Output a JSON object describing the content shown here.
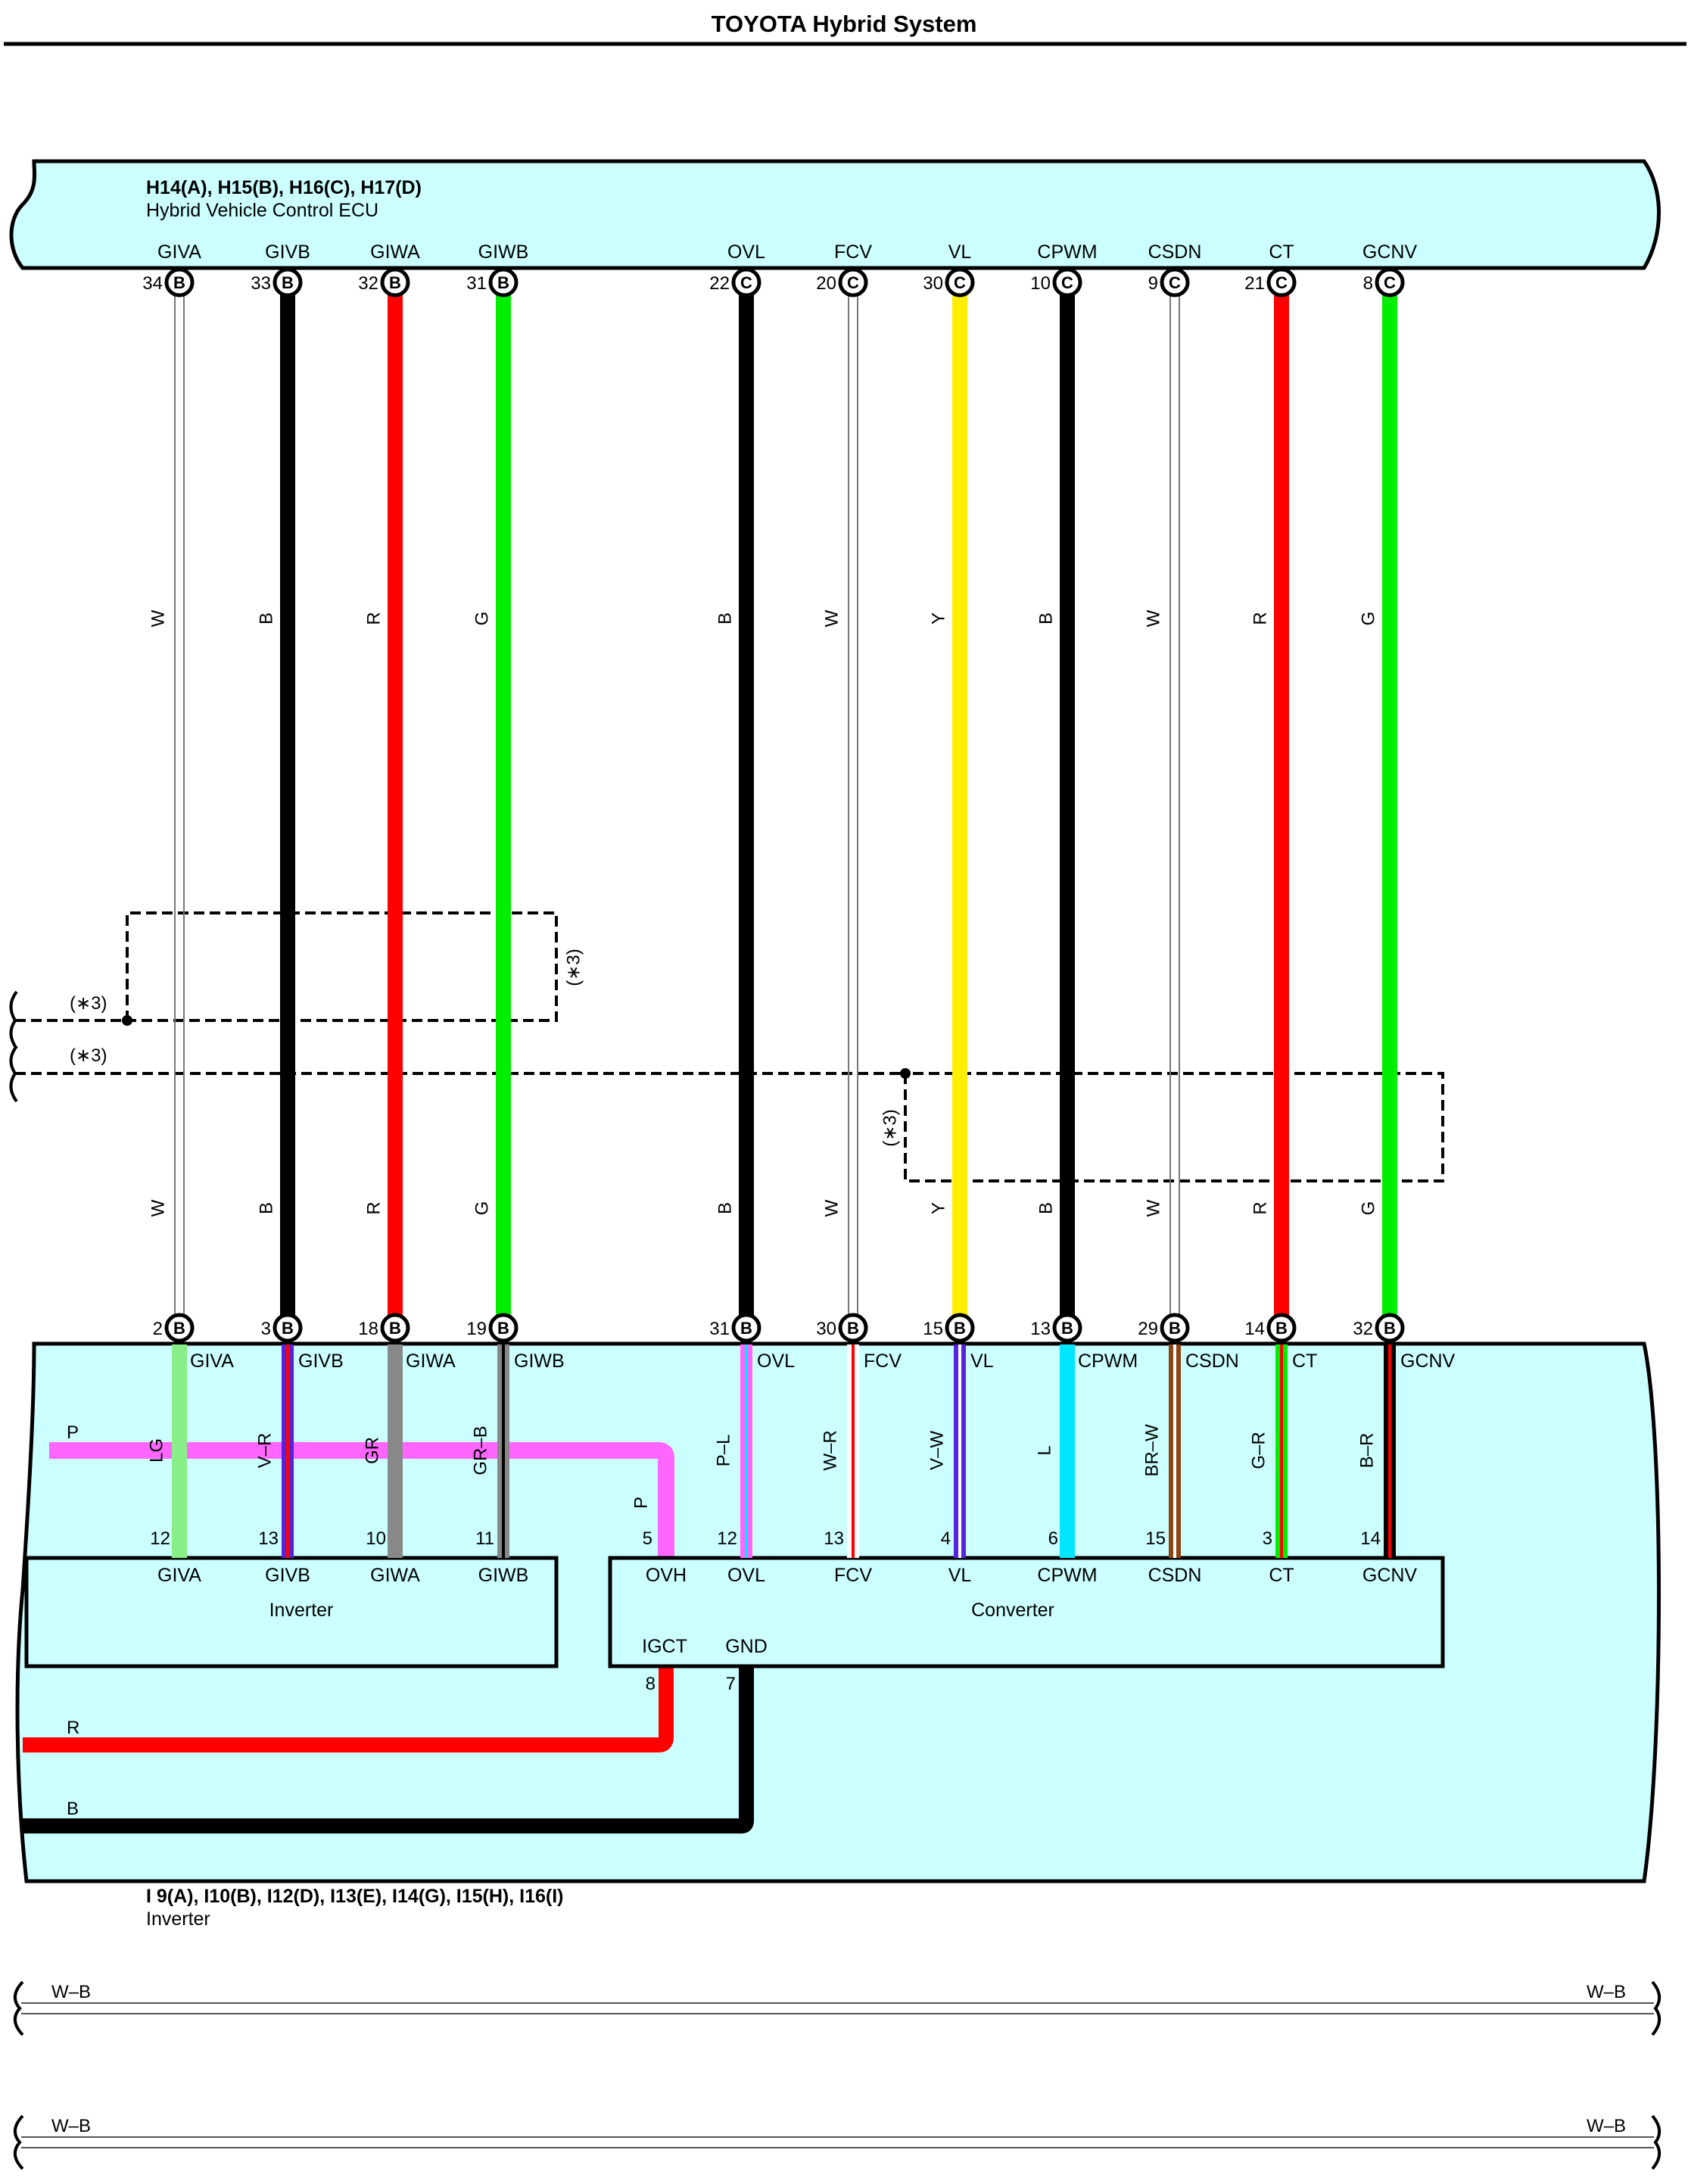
{
  "title": "TOYOTA Hybrid System",
  "ecu": {
    "connectors": "H14(A), H15(B), H16(C), H17(D)",
    "name": "Hybrid Vehicle Control ECU"
  },
  "inverter_assembly": {
    "connectors": "I 9(A), I10(B), I12(D), I13(E), I14(G), I15(H), I16(I)",
    "name": "Inverter"
  },
  "inverter_block": {
    "name": "Inverter"
  },
  "converter_block": {
    "name": "Converter",
    "pins": [
      {
        "label": "IGCT",
        "pin": "8"
      },
      {
        "label": "GND",
        "pin": "7"
      }
    ]
  },
  "shield_label": "(∗3)",
  "circuits": [
    {
      "ecu_pin": "34",
      "ecu_conn": "B",
      "signal": "GIVA",
      "harness_color": "W",
      "inv_pin": "2",
      "inv_conn": "B",
      "internal_color": "LG",
      "internal_pin": "12",
      "block": "inverter"
    },
    {
      "ecu_pin": "33",
      "ecu_conn": "B",
      "signal": "GIVB",
      "harness_color": "B",
      "inv_pin": "3",
      "inv_conn": "B",
      "internal_color": "V–R",
      "internal_pin": "13",
      "block": "inverter"
    },
    {
      "ecu_pin": "32",
      "ecu_conn": "B",
      "signal": "GIWA",
      "harness_color": "R",
      "inv_pin": "18",
      "inv_conn": "B",
      "internal_color": "GR",
      "internal_pin": "10",
      "block": "inverter"
    },
    {
      "ecu_pin": "31",
      "ecu_conn": "B",
      "signal": "GIWB",
      "harness_color": "G",
      "inv_pin": "19",
      "inv_conn": "B",
      "internal_color": "GR–B",
      "internal_pin": "11",
      "block": "inverter"
    },
    {
      "ecu_pin": "22",
      "ecu_conn": "C",
      "signal": "OVL",
      "harness_color": "B",
      "inv_pin": "31",
      "inv_conn": "B",
      "internal_color": "P–L",
      "internal_pin": "12",
      "block": "converter"
    },
    {
      "ecu_pin": "20",
      "ecu_conn": "C",
      "signal": "FCV",
      "harness_color": "W",
      "inv_pin": "30",
      "inv_conn": "B",
      "internal_color": "W–R",
      "internal_pin": "13",
      "block": "converter"
    },
    {
      "ecu_pin": "30",
      "ecu_conn": "C",
      "signal": "VL",
      "harness_color": "Y",
      "inv_pin": "15",
      "inv_conn": "B",
      "internal_color": "V–W",
      "internal_pin": "4",
      "block": "converter"
    },
    {
      "ecu_pin": "10",
      "ecu_conn": "C",
      "signal": "CPWM",
      "harness_color": "B",
      "inv_pin": "13",
      "inv_conn": "B",
      "internal_color": "L",
      "internal_pin": "6",
      "block": "converter"
    },
    {
      "ecu_pin": "9",
      "ecu_conn": "C",
      "signal": "CSDN",
      "harness_color": "W",
      "inv_pin": "29",
      "inv_conn": "B",
      "internal_color": "BR–W",
      "internal_pin": "15",
      "block": "converter"
    },
    {
      "ecu_pin": "21",
      "ecu_conn": "C",
      "signal": "CT",
      "harness_color": "R",
      "inv_pin": "14",
      "inv_conn": "B",
      "internal_color": "G–R",
      "internal_pin": "3",
      "block": "converter"
    },
    {
      "ecu_pin": "8",
      "ecu_conn": "C",
      "signal": "GCNV",
      "harness_color": "G",
      "inv_pin": "32",
      "inv_conn": "B",
      "internal_color": "B–R",
      "internal_pin": "14",
      "block": "converter"
    }
  ],
  "extra_wires": [
    {
      "color": "P",
      "label": "OVH",
      "pin": "5",
      "hex": "#ff66ff"
    },
    {
      "color": "R",
      "hex": "#ff0000"
    },
    {
      "color": "B",
      "hex": "#000000"
    }
  ],
  "ground_lines": [
    {
      "left_label": "W–B",
      "right_label": "W–B"
    },
    {
      "left_label": "W–B",
      "right_label": "W–B"
    }
  ],
  "colors": {
    "component_fill": "#ccffff",
    "W": "#ffffff",
    "B": "#000000",
    "R": "#ff0000",
    "G": "#00ee00",
    "Y": "#ffee00",
    "LG": "#88ee88",
    "GR": "#888888",
    "L": "#00e5ff",
    "P": "#ff66ff",
    "V": "#5522dd",
    "BR": "#8b4513"
  }
}
